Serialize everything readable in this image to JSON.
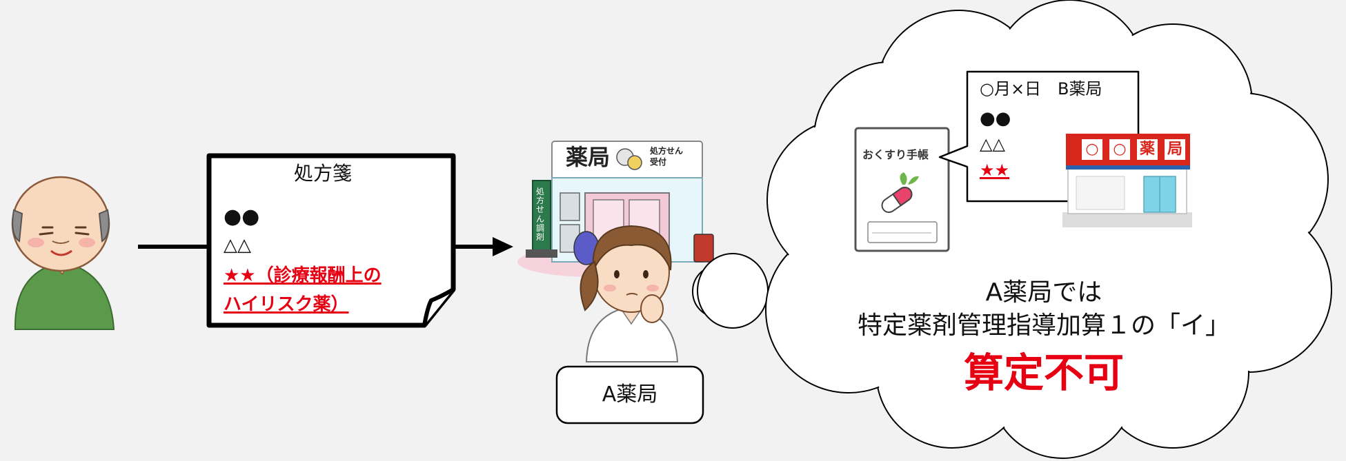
{
  "prescription": {
    "title": "処方箋",
    "line1": "●●",
    "line2": "△△",
    "line3a": "★★（診療報酬上の",
    "line3b": "ハイリスク薬）"
  },
  "pharmacy_a": {
    "sign": "薬局",
    "sign_sub": "処方せん\n受付",
    "side_sign": "処方せん調剤",
    "label": "A薬局"
  },
  "notebook": {
    "title": "おくすり手帳"
  },
  "record_note": {
    "line1": "○月×日　B薬局",
    "line2": "●●",
    "line3": "△△",
    "line4": "★★"
  },
  "pharmacy_b": {
    "sign": [
      "○",
      "○",
      "薬",
      "局"
    ]
  },
  "thought": {
    "line1": "A薬局では",
    "line2": "特定薬剤管理指導加算１の「イ」",
    "verdict": "算定不可"
  },
  "colors": {
    "accent_red": "#e60012",
    "background": "#f2f2f2"
  }
}
